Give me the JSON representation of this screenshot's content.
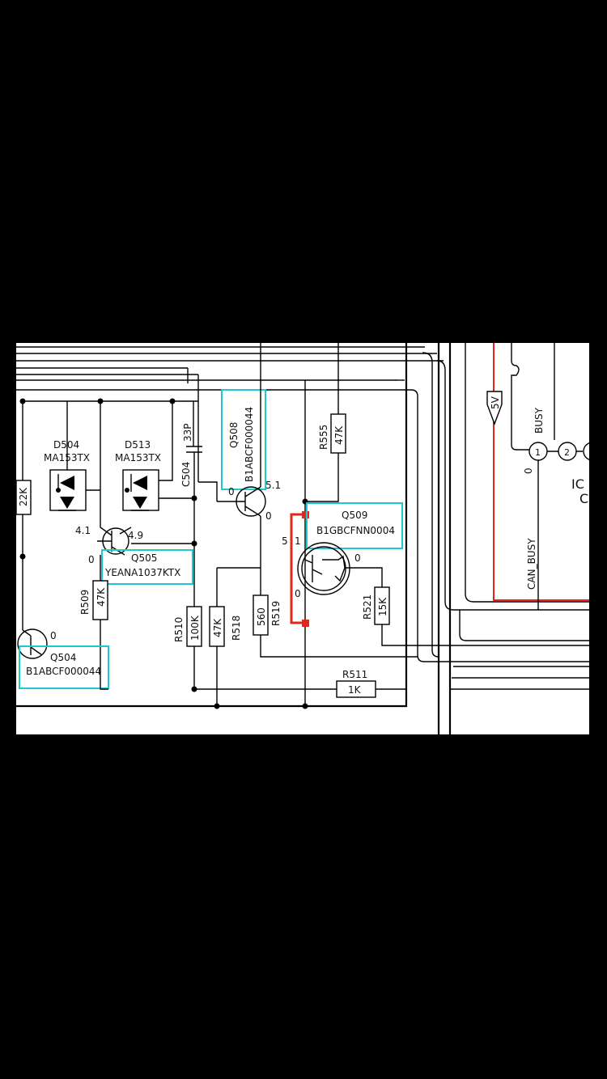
{
  "labels": {
    "d504": "D504",
    "d504_part": "MA153TX",
    "d513": "D513",
    "d513_part": "MA153TX",
    "c504": "C504",
    "c504_val": "33P",
    "q508": "Q508",
    "q508_part": "B1ABCF000044",
    "q509": "Q509",
    "q509_part": "B1GBCFNN0004",
    "q505": "Q505",
    "q505_part": "YEANA1037KTX",
    "q504": "Q504",
    "q504_part": "B1ABCF000044",
    "r555": "R555",
    "r555_val": "47K",
    "r509": "R509",
    "r509_val": "47K",
    "r510": "R510",
    "r510_val": "100K",
    "r518": "R518",
    "r518_val": "47K",
    "r519": "R519",
    "r519_val": "560",
    "r521": "R521",
    "r521_val": "15K",
    "r511": "R511",
    "r511_val": "1K",
    "r_left_val": "22K",
    "v_4_1": "4.1",
    "v_4_9": "4.9",
    "v_5_1": "5.1",
    "v_q508_b": "0",
    "v_q508_e": "0",
    "v_q505_b": "0",
    "v_q504": "0",
    "v_q509_5": "5",
    "v_q509_1": "1",
    "v_q509_0a": "0",
    "v_q509_0b": "0",
    "supply_5v": "5V",
    "busy": "BUSY",
    "can_busy": "CAN_BUSY",
    "v_busy_0": "0",
    "pin1": "1",
    "pin2": "2",
    "ic_label": "IC",
    "ic_label2": "C"
  },
  "colors": {
    "highlight_box": "#1ec8d2",
    "marked_path": "#e0281e",
    "power_line": "#e0281e"
  }
}
